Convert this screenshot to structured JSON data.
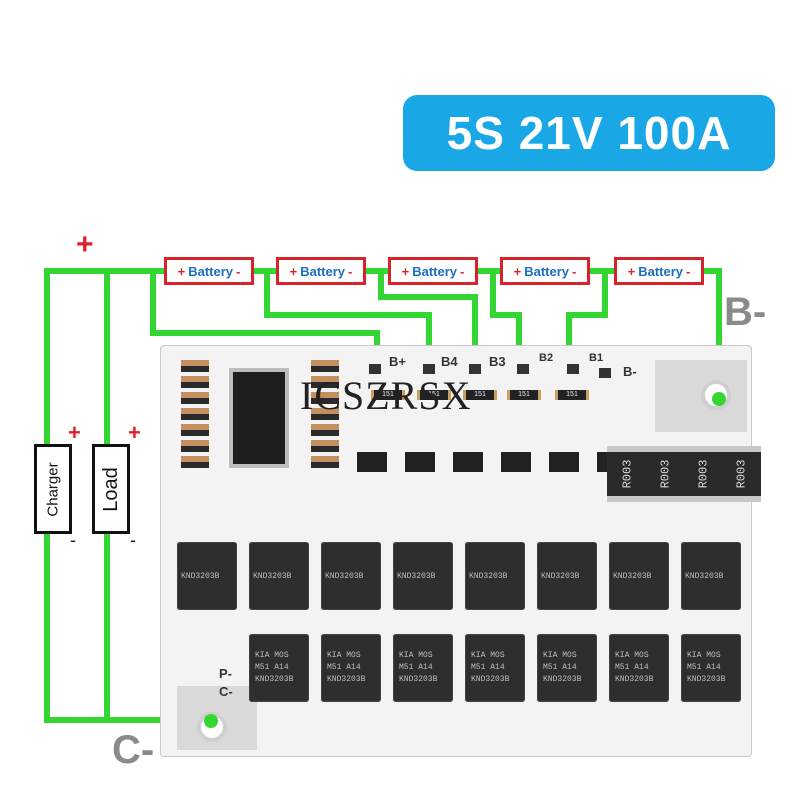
{
  "title": "5S 21V 100A",
  "battery_label": "Battery",
  "battery_plus": "+",
  "battery_minus": "-",
  "plus_sign": "+",
  "minus_sign": "-",
  "charger_label": "Charger",
  "load_label": "Load",
  "b_minus_label": "B-",
  "c_minus_label": "C-",
  "board_labels": {
    "b_plus": "B+",
    "b4": "B4",
    "b3": "B3",
    "b2": "B2",
    "b1": "B1",
    "b_minus": "B-",
    "p_minus": "P-",
    "c_minus": "C-"
  },
  "watermark": "ICSZRSX",
  "resistor_marking": "R003",
  "mosfet_marking": [
    "KIA",
    "MOS",
    "M51",
    "A14",
    "KND3203B"
  ],
  "smd_marking": "151",
  "colors": {
    "wire": "#33d633",
    "badge": "#1aa7e6",
    "battery_border": "#d8232a",
    "battery_text": "#1a6fc0"
  }
}
